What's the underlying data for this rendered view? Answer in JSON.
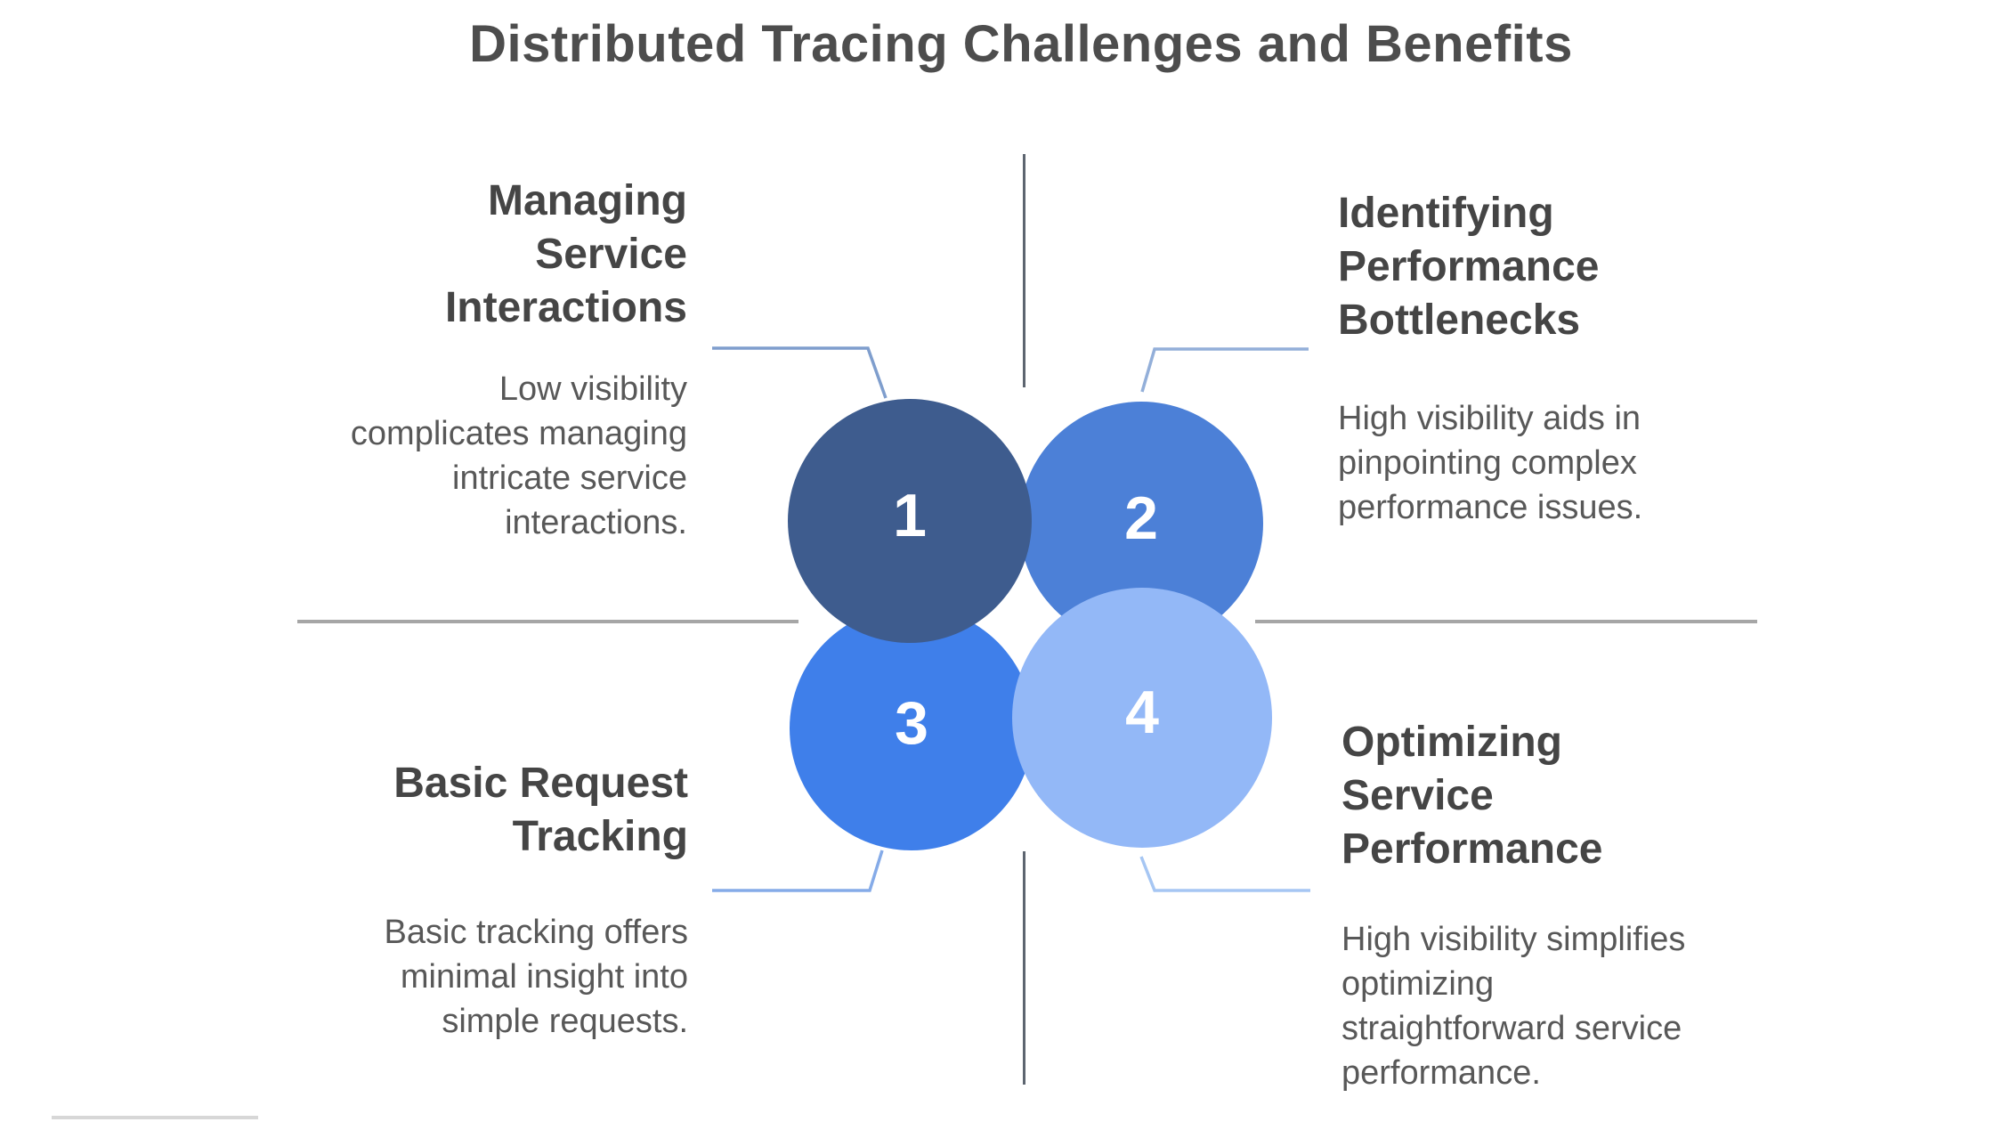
{
  "title": "Distributed Tracing Challenges and Benefits",
  "quadrants": {
    "top_left": {
      "heading": "Managing Service Interactions",
      "description": "Low visibility complicates managing intricate service interactions."
    },
    "top_right": {
      "heading": "Identifying Performance Bottlenecks",
      "description": "High visibility aids in pinpointing complex performance issues."
    },
    "bottom_left": {
      "heading": "Basic Request Tracking",
      "description": "Basic tracking offers minimal insight into simple requests."
    },
    "bottom_right": {
      "heading": "Optimizing Service Performance",
      "description": "High visibility simplifies optimizing straightforward service performance."
    }
  },
  "circles": [
    {
      "number": "1",
      "color": "#3e5c8e"
    },
    {
      "number": "2",
      "color": "#4c80d7"
    },
    {
      "number": "3",
      "color": "#3f7fea"
    },
    {
      "number": "4",
      "color": "#93b8f7"
    }
  ],
  "connectors": {
    "top_left": "#7f9ecd",
    "top_right": "#93afd9",
    "bottom_left": "#85abe8",
    "bottom_right": "#a6c6f3"
  },
  "dividers": {
    "vertical_color": "#5d6570",
    "horizontal_color": "#a6a6a6"
  },
  "text_colors": {
    "title": "#4d4d4d",
    "heading": "#454545",
    "body": "#585858",
    "circle_number": "#ffffff"
  }
}
